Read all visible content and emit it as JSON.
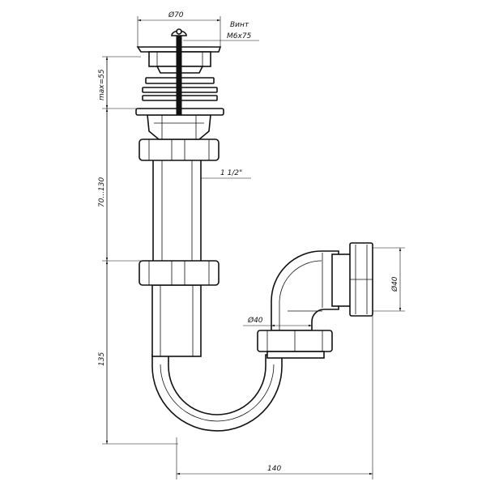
{
  "annotations": {
    "top_diameter": "Ø70",
    "screw_label_line1": "Винт",
    "screw_label_line2": "M6x75",
    "max_height": "max=55",
    "adjust_range": "70...130",
    "thread_size": "1 1/2\"",
    "trap_height": "135",
    "outlet_diameter_inner": "Ø40",
    "outlet_diameter": "Ø40",
    "total_width": "140"
  },
  "colors": {
    "line": "#111111",
    "background": "#ffffff"
  }
}
